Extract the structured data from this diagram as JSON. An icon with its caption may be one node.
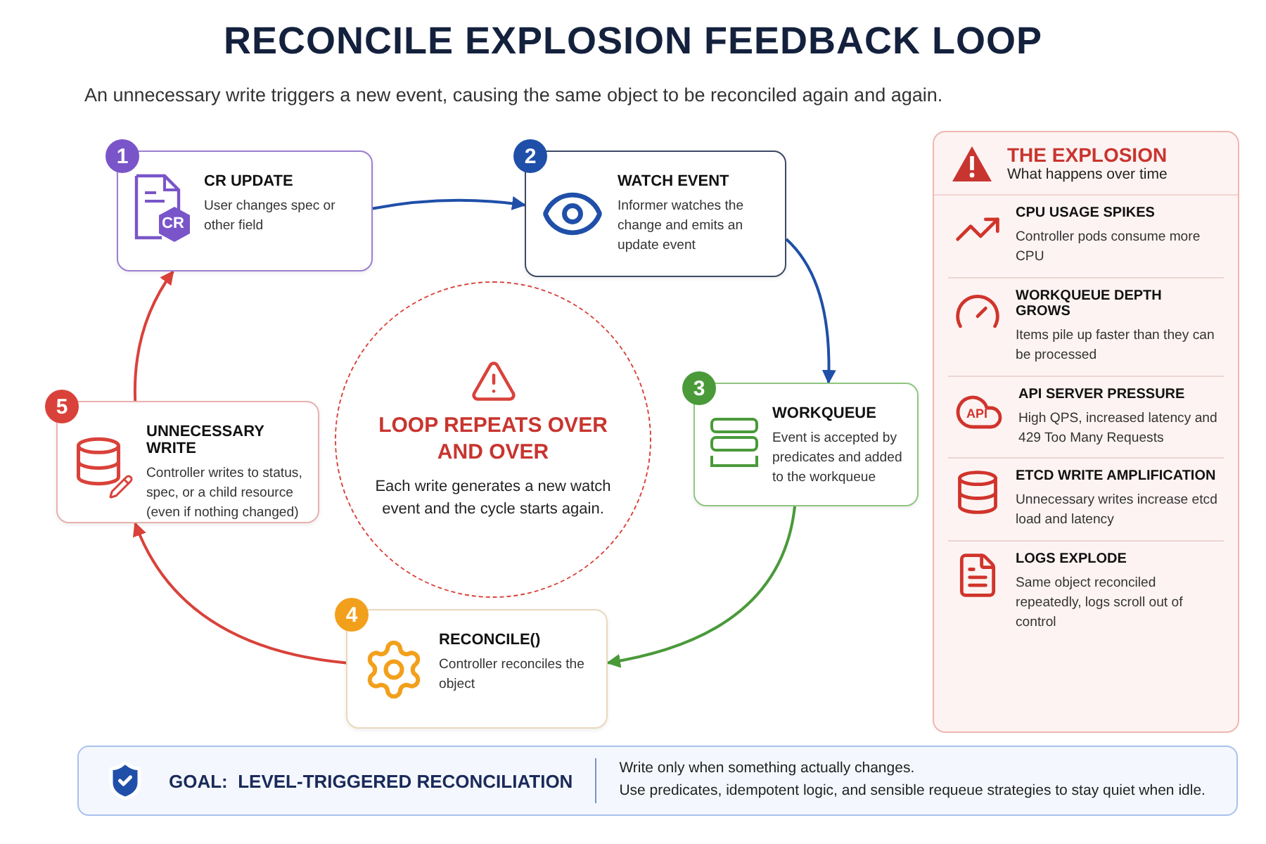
{
  "diagram": {
    "title": "RECONCILE EXPLOSION FEEDBACK LOOP",
    "caption": "An unnecessary write triggers a new event, causing the same object to be reconciled again and again.",
    "nodes": [
      {
        "text": [
          "1",
          "CR",
          "CR UPDATE",
          "User changes spec or other field"
        ]
      },
      {
        "text": [
          "2",
          "WATCH EVENT",
          "Informer watches the change and emits an update event"
        ]
      },
      {
        "text": [
          "3",
          "WORKQUEUE",
          "Event is accepted by predicates and added to the workqueue"
        ]
      },
      {
        "text": [
          "4",
          "RECONCILE()",
          "Controller reconciles the object"
        ]
      },
      {
        "text": [
          "5",
          "UNNECESSARY WRITE",
          "Controller writes to status, spec, or a child resource (even if nothing changed)"
        ]
      },
      {
        "text": [
          "LOOP REPEATS OVER AND OVER",
          "Each write generates a new watch event and the cycle starts again."
        ]
      },
      {
        "text": [
          "THE EXPLOSION",
          "What happens over time"
        ]
      },
      {
        "text": [
          "CPU USAGE SPIKES",
          "Controller pods consume more CPU"
        ],
        "in": 6
      },
      {
        "text": [
          "WORKQUEUE DEPTH GROWS",
          "Items pile up faster than they can be processed"
        ],
        "in": 6
      },
      {
        "text": [
          "API",
          "API SERVER PRESSURE",
          "High QPS, increased latency and 429 Too Many Requests"
        ],
        "in": 6
      },
      {
        "text": [
          "ETCD WRITE AMPLIFICATION",
          "Unnecessary writes increase etcd load and latency"
        ],
        "in": 6
      },
      {
        "text": [
          "LOGS EXPLODE",
          "Same object reconciled repeatedly, logs scroll out of control"
        ],
        "in": 6
      },
      {
        "text": [
          "GOAL:  LEVEL-TRIGGERED RECONCILIATION",
          "Write only when something actually changes.",
          "Use predicates, idempotent logic, and sensible requeue strategies to stay quiet when idle."
        ]
      }
    ],
    "edges": [
      {
        "from": 0,
        "to": 1,
        "arrow": "to",
        "color": "#1f4fa8"
      },
      {
        "from": 1,
        "to": 2,
        "arrow": "to",
        "color": "#1f4fa8"
      },
      {
        "from": 2,
        "to": 3,
        "arrow": "to",
        "color": "#4a9a3a"
      },
      {
        "from": 3,
        "to": 4,
        "arrow": "to",
        "color": "#d9423a"
      },
      {
        "from": 4,
        "to": 0,
        "arrow": "to",
        "color": "#d9423a"
      }
    ]
  }
}
